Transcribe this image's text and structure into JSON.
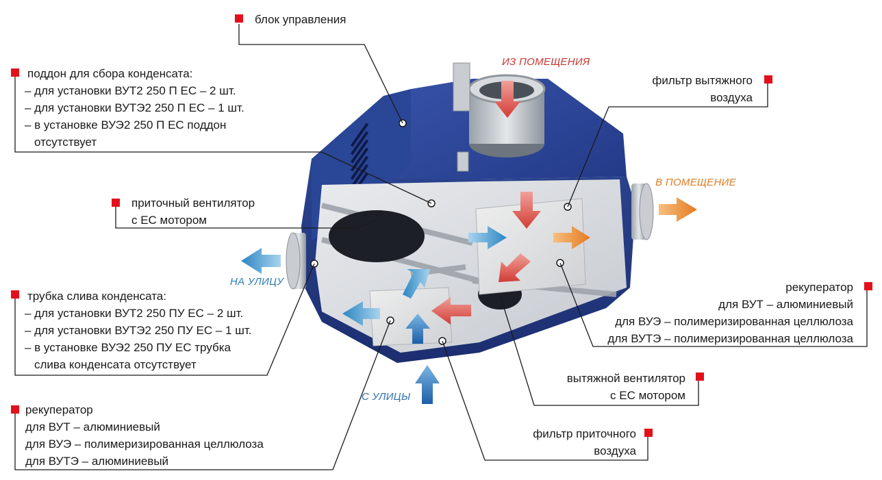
{
  "colors": {
    "marker": "#e3101b",
    "housing": "#283f8f",
    "exhaust_flow": "#d9504a",
    "supply_flow": "#e8883a",
    "outdoor_flow": "#3f8fc4",
    "leader_line": "#1a1a1a"
  },
  "flows": {
    "from_room": "ИЗ ПОМЕЩЕНИЯ",
    "to_room": "В ПОМЕЩЕНИЕ",
    "to_street": "НА УЛИЦУ",
    "from_street": "С УЛИЦЫ"
  },
  "labels": {
    "control_unit": {
      "lines": [
        "блок управления"
      ]
    },
    "condensate_tray": {
      "lines": [
        "поддон для сбора конденсата:",
        "– для установки ВУТ2 250 П ЕС – 2 шт.",
        "– для установки ВУТЭ2 250 П ЕС – 1 шт.",
        "– в установке ВУЭ2 250 П ЕС поддон",
        "  отсутствует"
      ]
    },
    "supply_fan": {
      "lines": [
        "приточный вентилятор",
        "с ЕС мотором"
      ]
    },
    "drain_pipe": {
      "lines": [
        "трубка слива конденсата:",
        "– для установки ВУТ2 250 ПУ ЕС – 2 шт.",
        "– для установки ВУТЭ2 250 ПУ ЕС – 1 шт.",
        "– в установке ВУЭ2 250 ПУ ЕС трубка",
        "  слива конденсата отсутствует"
      ]
    },
    "recuperator_left": {
      "lines": [
        "рекуператор",
        "для ВУТ – алюминиевый",
        "для ВУЭ – полимеризированная целлюлоза",
        "для ВУТЭ – алюминиевый"
      ]
    },
    "exhaust_filter": {
      "lines": [
        "фильтр вытяжного",
        "воздуха"
      ]
    },
    "recuperator_right": {
      "lines": [
        "рекуператор",
        "для ВУТ – алюминиевый",
        "для ВУЭ – полимеризированная целлюлоза",
        "для ВУТЭ – полимеризированная целлюлоза"
      ]
    },
    "exhaust_fan": {
      "lines": [
        "вытяжной  вентилятор",
        "с ЕС мотором"
      ]
    },
    "supply_filter": {
      "lines": [
        "фильтр приточного",
        "воздуха"
      ]
    }
  }
}
